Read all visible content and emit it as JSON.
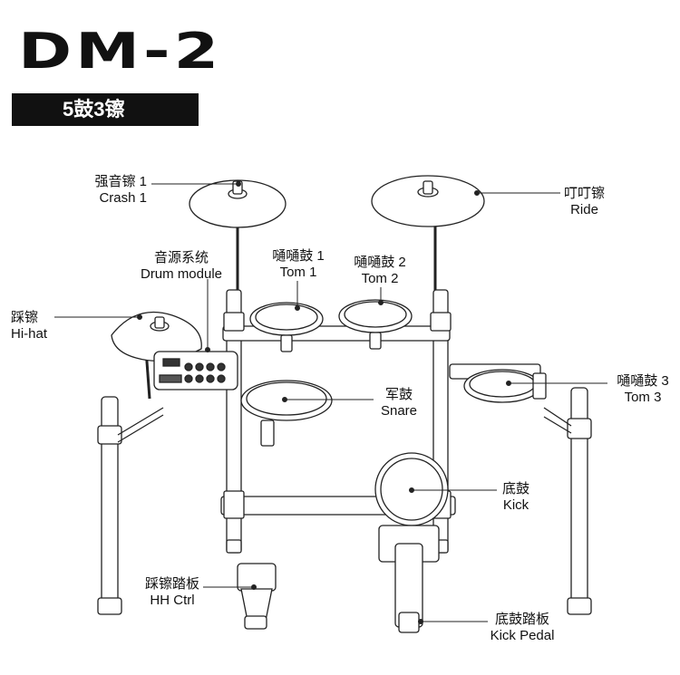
{
  "header": {
    "model": "DM-2",
    "subtitle": "5鼓3镲"
  },
  "labels": {
    "crash": {
      "zh": "强音镲 1",
      "en": "Crash 1"
    },
    "ride": {
      "zh": "叮叮镲",
      "en": "Ride"
    },
    "module": {
      "zh": "音源系统",
      "en": "Drum module"
    },
    "tom1": {
      "zh": "嗵嗵鼓 1",
      "en": "Tom 1"
    },
    "tom2": {
      "zh": "嗵嗵鼓 2",
      "en": "Tom 2"
    },
    "hihat": {
      "zh": "踩镲",
      "en": "Hi-hat"
    },
    "snare": {
      "zh": "军鼓",
      "en": "Snare"
    },
    "tom3": {
      "zh": "嗵嗵鼓 3",
      "en": "Tom 3"
    },
    "kick": {
      "zh": "底鼓",
      "en": "Kick"
    },
    "hhctrl": {
      "zh": "踩镲踏板",
      "en": "HH Ctrl"
    },
    "kickpedal": {
      "zh": "底鼓踏板",
      "en": "Kick Pedal"
    }
  }
}
